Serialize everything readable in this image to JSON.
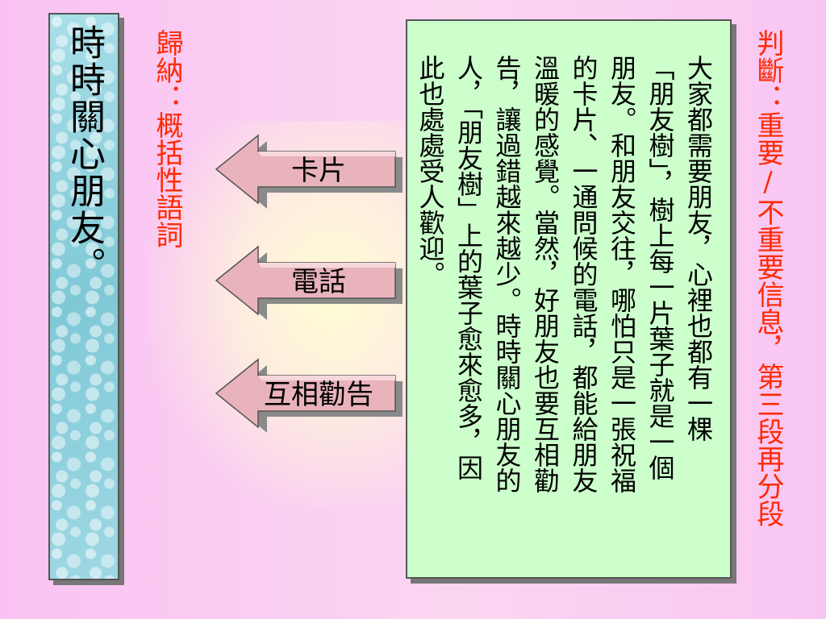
{
  "left_panel": {
    "title": "時時關心朋友。"
  },
  "induction_label": "歸納：概括性語詞",
  "arrows": [
    {
      "label": "卡片"
    },
    {
      "label": "電話"
    },
    {
      "label": "互相勸告"
    }
  ],
  "passage": {
    "columns": [
      "大家都需要朋友，心裡也都有一棵",
      "「朋友樹」，樹上每一片葉子就是一個",
      "朋友。和朋友交往，哪怕只是一張祝福",
      "的卡片、一通問候的電話，都能給朋友",
      "溫暖的感覺。當然，好朋友也要互相勸",
      "告，讓過錯越來越少。時時關心朋友的",
      "人，「朋友樹」上的葉子愈來愈多，因",
      "此也處處受人歡迎。"
    ]
  },
  "judgement_label": "判斷：重要/不重要信息，第三段再分段",
  "colors": {
    "background": "#fbd0f2",
    "accent_red": "#ff2a00",
    "passage_bg": "#ccffcc",
    "arrow_fill": "#e8b0b8",
    "panel_blue": "#8fd0dc"
  }
}
